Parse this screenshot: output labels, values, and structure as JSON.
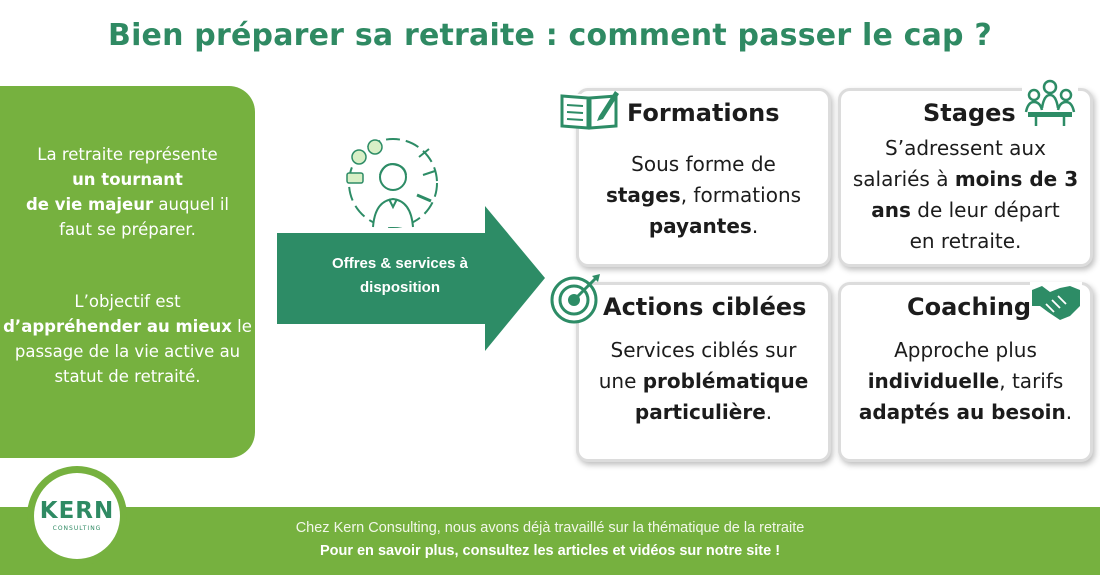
{
  "title": "Bien préparer sa retraite : comment passer le cap ?",
  "left_panel": {
    "p1_a": "La retraite représente",
    "p1_b": "un tournant",
    "p1_c": "de vie majeur",
    "p1_d": " auquel il",
    "p1_e": "faut se préparer.",
    "p2_a": "L’objectif est",
    "p2_b": "d’appréhender au mieux",
    "p2_c": " le",
    "p2_d": "passage de la vie active au",
    "p2_e": "statut de retraité."
  },
  "arrow": {
    "line1": "Offres & services à",
    "line2": "disposition"
  },
  "cards": {
    "formations": {
      "title": "Formations",
      "l1": "Sous forme de",
      "l2_b": "stages",
      "l2_r": ", formations",
      "l3_b": "payantes",
      "l3_r": "."
    },
    "stages": {
      "title": "Stages",
      "l1": "S’adressent aux",
      "l2_r": "salariés à ",
      "l2_b": "moins de 3",
      "l3_b": "ans",
      "l3_r": " de leur départ",
      "l4": "en retraite."
    },
    "actions": {
      "title": "Actions ciblées",
      "l1": "Services ciblés sur",
      "l2_r": "une ",
      "l2_b": "problématique",
      "l3_b": "particulière",
      "l3_r": "."
    },
    "coaching": {
      "title": "Coaching",
      "l1": "Approche plus",
      "l2_b": "individuelle",
      "l2_r": ", tarifs",
      "l3_b": "adaptés au besoin",
      "l3_r": "."
    }
  },
  "footer": {
    "line1": "Chez Kern Consulting, nous avons déjà travaillé sur la thématique de la retraite",
    "line2": "Pour en savoir plus, consultez les articles et vidéos sur notre site !"
  },
  "logo": {
    "name": "KERN",
    "sub": "CONSULTING"
  },
  "colors": {
    "green_dark": "#2f8a63",
    "green_light": "#76b13f",
    "teal": "#2d8c66"
  },
  "icons": [
    "book-icon",
    "meeting-icon",
    "target-icon",
    "handshake-icon",
    "person-illustration-icon",
    "arrow-icon"
  ]
}
